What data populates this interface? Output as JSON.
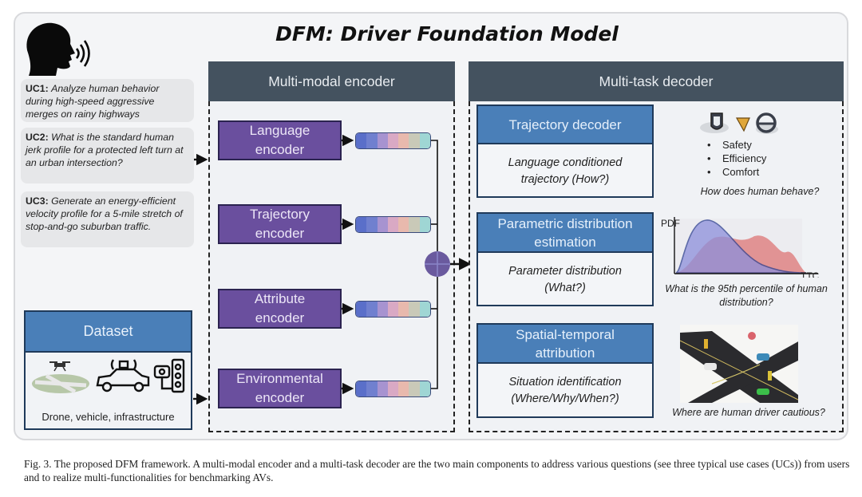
{
  "title": "DFM: Driver Foundation Model",
  "use_cases": [
    {
      "label": "UC1:",
      "text": "Analyze human behavior during high-speed aggressive merges on rainy highways"
    },
    {
      "label": "UC2:",
      "text": "What is the standard human jerk profile for a protected left turn at an urban intersection?"
    },
    {
      "label": "UC3:",
      "text": "Generate an energy-efficient velocity profile for a 5-mile stretch of stop-and-go suburban traffic."
    }
  ],
  "dataset": {
    "title": "Dataset",
    "caption": "Drone, vehicle, infrastructure",
    "icons": [
      "drone-intersection-icon",
      "connected-vehicle-icon",
      "camera-traffic-light-icon"
    ]
  },
  "encoder": {
    "title": "Multi-modal encoder",
    "boxes": [
      {
        "line1": "Language",
        "line2": "encoder"
      },
      {
        "line1": "Trajectory",
        "line2": "encoder"
      },
      {
        "line1": "Attribute",
        "line2": "encoder"
      },
      {
        "line1": "Environmental",
        "line2": "encoder"
      }
    ],
    "embedding_colors": [
      "#5a6fc9",
      "#7080cf",
      "#a793d0",
      "#d9a9c4",
      "#e8b9ad",
      "#c9c9b8",
      "#9fd6d4"
    ],
    "fusion_color": "#6a5a9e"
  },
  "decoder": {
    "title": "Multi-task decoder",
    "tasks": [
      {
        "head": "Trajectory decoder",
        "body": "Language conditioned trajectory (How?)"
      },
      {
        "head": "Parametric distribution estimation",
        "body": "Parameter distribution (What?)"
      },
      {
        "head": "Spatial-temporal attribution",
        "body": "Situation identification (Where/Why/When?)"
      }
    ],
    "outputs": {
      "trajectory": {
        "bullets": [
          "Safety",
          "Efficiency",
          "Comfort"
        ],
        "question": "How does human behave?"
      },
      "distribution": {
        "y_label": "PDF",
        "x_label": "TTC",
        "question": "What is the 95th percentile of human distribution?"
      },
      "attribution": {
        "question": "Where are human driver cautious?"
      }
    }
  },
  "colors": {
    "header_dark": "#44525f",
    "task_blue": "#4a7fb8",
    "encoder_purple": "#6a4f9e"
  },
  "caption": "Fig. 3.  The proposed DFM framework. A multi-modal encoder and a multi-task decoder are the two main components to address various questions (see three typical use cases (UCs)) from users and to realize multi-functionalities for benchmarking AVs."
}
